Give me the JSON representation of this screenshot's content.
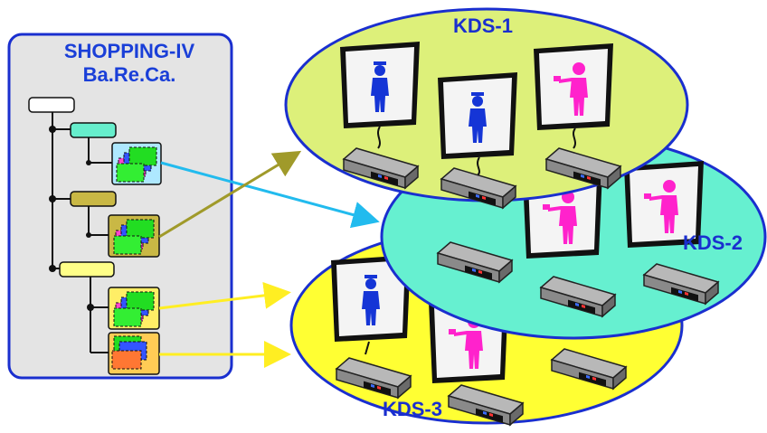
{
  "panel": {
    "title_line1": "SHOPPING-IV",
    "title_line2": "Ba.Re.Ca.",
    "tree": {
      "root_color": "#ffffff",
      "groups": [
        {
          "color": "#66eecc",
          "items": [
            {
              "tile_color": "#aee8ff"
            }
          ]
        },
        {
          "color": "#c9b845",
          "items": [
            {
              "tile_color": "#c9b845"
            }
          ]
        },
        {
          "color": "#ffff88",
          "items": [
            {
              "tile_color": "#ffee66"
            },
            {
              "tile_color": "#ffcc55"
            }
          ]
        }
      ]
    }
  },
  "clusters": [
    {
      "label": "KDS-1",
      "fill": "#ddf07a"
    },
    {
      "label": "KDS-2",
      "fill": "#66f0d0"
    },
    {
      "label": "KDS-3",
      "fill": "#ffff33"
    }
  ],
  "colors": {
    "border_blue": "#1a2fcf",
    "title_blue": "#1a3fd8",
    "panel_bg": "#e4e4e4",
    "arrow_cyan": "#22bbee",
    "arrow_olive": "#a09a2a",
    "arrow_yellow": "#ffee22",
    "figure_blue": "#1535d6",
    "figure_magenta": "#ff22cc"
  },
  "icons": [
    "tree-root-node",
    "folder-tile",
    "monitor-icon",
    "person-icon",
    "server-box-icon",
    "arrow-connector"
  ]
}
